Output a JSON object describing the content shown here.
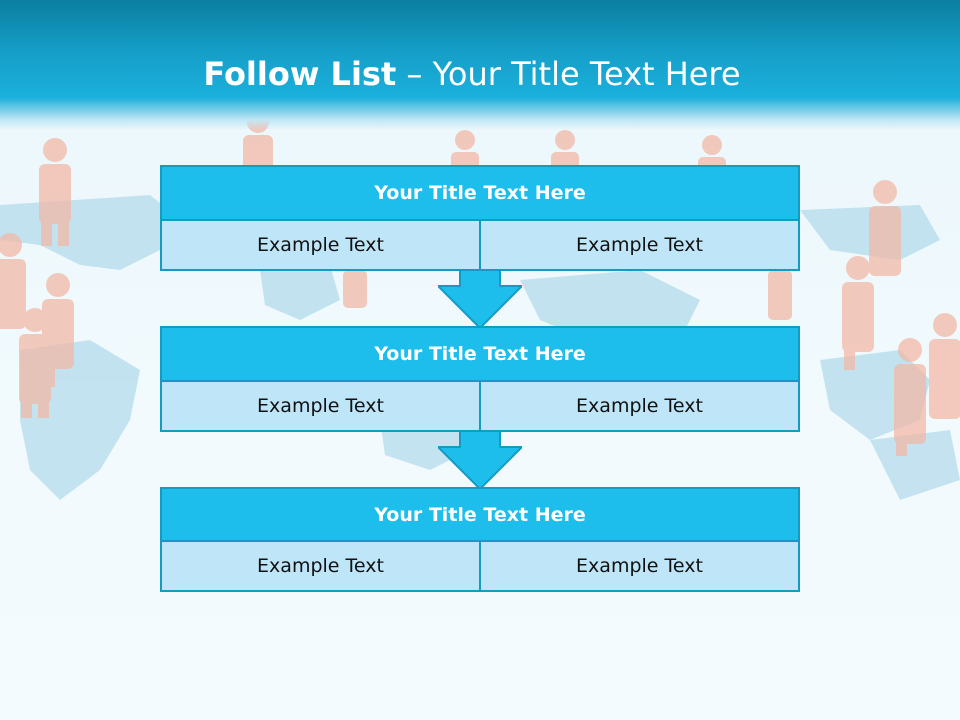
{
  "slide": {
    "title_bold": "Follow List",
    "title_dash": " – ",
    "title_rest": "Your Title Text Here"
  },
  "steps": [
    {
      "title": "Your Title Text Here",
      "left": "Example Text",
      "right": "Example Text"
    },
    {
      "title": "Your Title Text Here",
      "left": "Example Text",
      "right": "Example Text"
    },
    {
      "title": "Your Title Text Here",
      "left": "Example Text",
      "right": "Example Text"
    }
  ],
  "colors": {
    "box_fill": "#1dbdec",
    "box_border": "#149bc4",
    "cell_fill": "#bfe6f8",
    "arrow_fill": "#1dbdec"
  }
}
